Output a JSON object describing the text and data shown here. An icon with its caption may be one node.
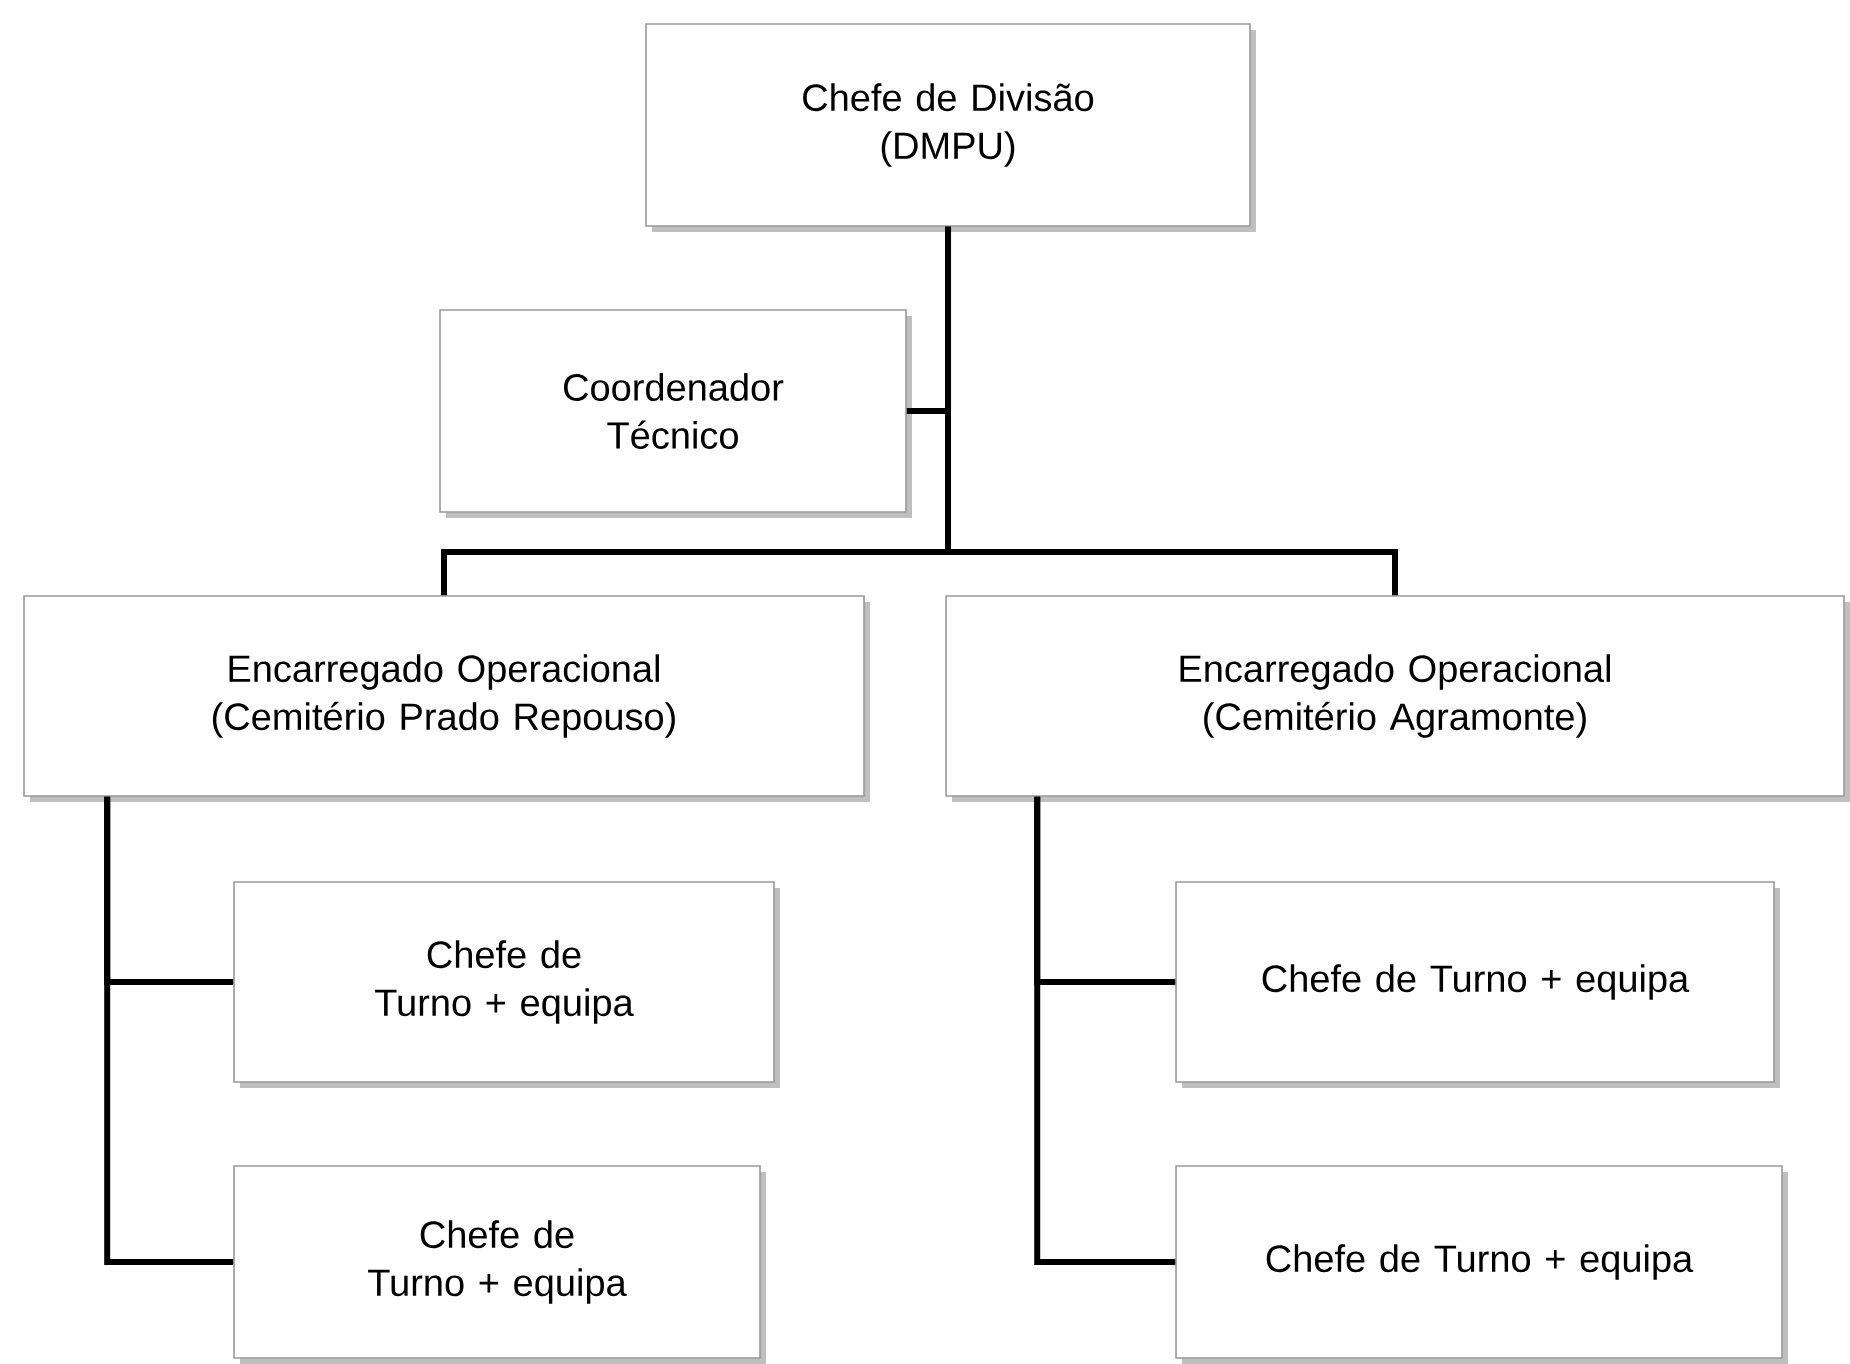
{
  "diagram": {
    "nodes": [
      {
        "text": [
          "Chefe de Divisão",
          "(DMPU)"
        ]
      },
      {
        "text": [
          "Coordenador Técnico"
        ]
      },
      {
        "text": [
          "Encarregado Operacional",
          "(Cemitério Prado Repouso)"
        ]
      },
      {
        "text": [
          "Encarregado Operacional",
          "(Cemitério Agramonte)"
        ]
      },
      {
        "text": [
          "Chefe de Turno + equipa"
        ]
      },
      {
        "text": [
          "Chefe de Turno + equipa"
        ]
      },
      {
        "text": [
          "Chefe de Turno + equipa"
        ]
      },
      {
        "text": [
          "Chefe de Turno + equipa"
        ]
      }
    ],
    "edges": [
      {
        "from": 0,
        "to": 1,
        "arrow": "none"
      },
      {
        "from": 0,
        "to": 2,
        "arrow": "none"
      },
      {
        "from": 0,
        "to": 3,
        "arrow": "none"
      },
      {
        "from": 2,
        "to": 4,
        "arrow": "none"
      },
      {
        "from": 2,
        "to": 5,
        "arrow": "none"
      },
      {
        "from": 3,
        "to": 6,
        "arrow": "none"
      },
      {
        "from": 3,
        "to": 7,
        "arrow": "none"
      }
    ]
  }
}
